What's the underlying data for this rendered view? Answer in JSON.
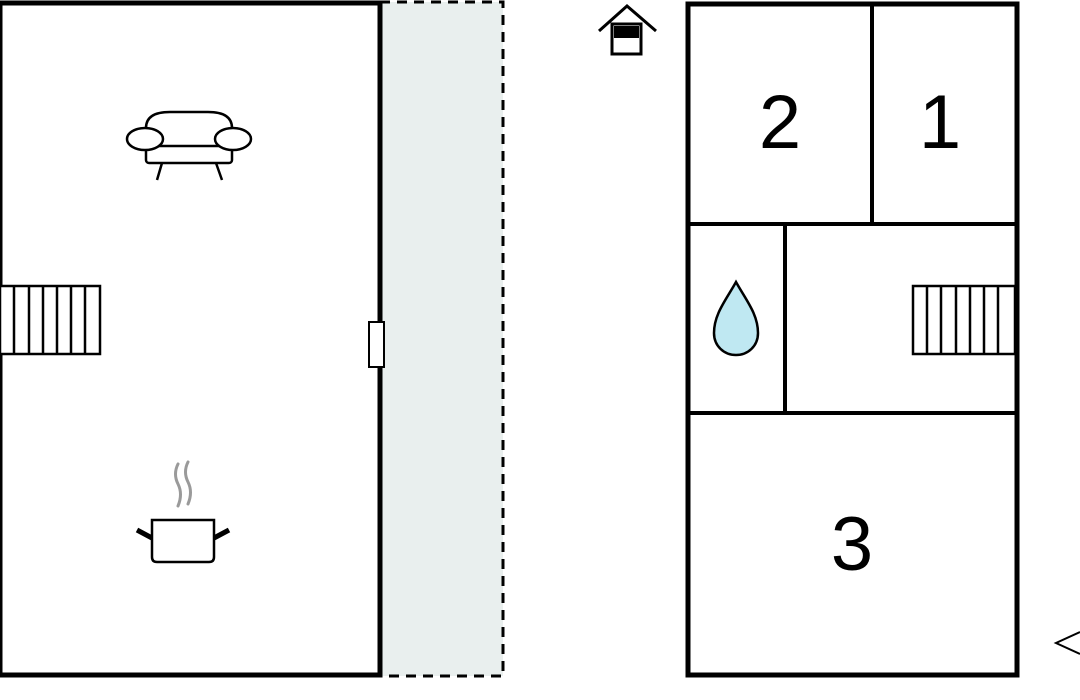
{
  "floor_plan": {
    "rooms": [
      {
        "id": "bedroom-1",
        "label": "1"
      },
      {
        "id": "bedroom-2",
        "label": "2"
      },
      {
        "id": "bedroom-3",
        "label": "3"
      }
    ],
    "icons": {
      "living": "sofa-icon",
      "kitchen": "cooking-pot-icon",
      "bathroom": "water-drop-icon",
      "entrance": "house-entrance-icon",
      "stairs": "stairs-icon"
    },
    "colors": {
      "wall": "#000000",
      "terrace": "#e9efee",
      "water": "#bfe8f2",
      "steam": "#9a9a9a"
    }
  }
}
